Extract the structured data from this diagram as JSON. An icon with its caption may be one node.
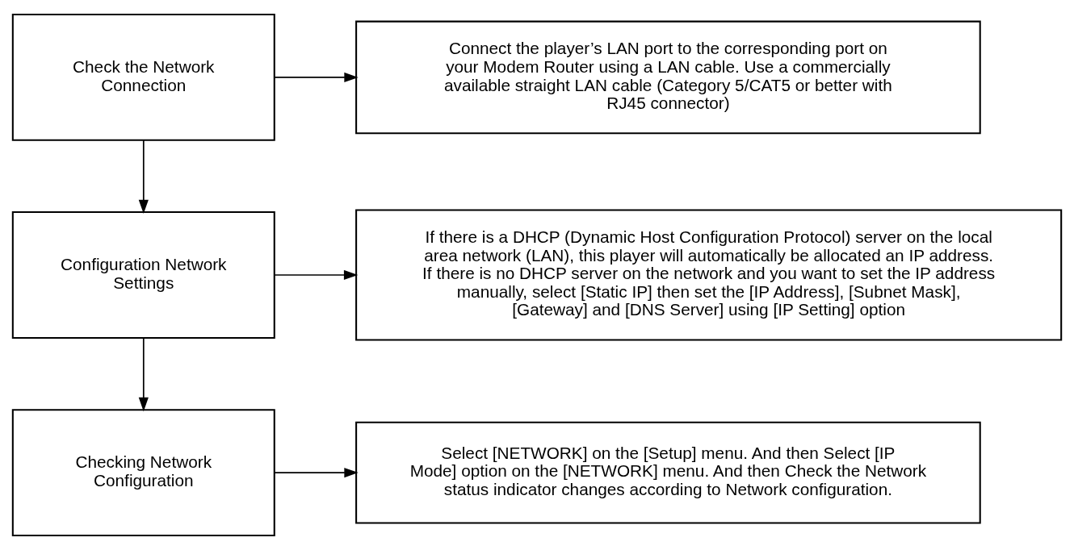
{
  "diagram": {
    "nodes": [
      {
        "text": [
          "Check the Network Connection"
        ]
      },
      {
        "text": [
          "Connect the player’s LAN port to the corresponding port on your Modem Router using a LAN cable. Use a commercially available straight LAN cable (Category 5/CAT5 or better with RJ45 connector)"
        ]
      },
      {
        "text": [
          "Configuration Network Settings"
        ]
      },
      {
        "text": [
          "If there is a DHCP (Dynamic Host Configuration Protocol) server on the local area network (LAN), this player will automatically be allocated an IP address. If there is no DHCP server on the network and you want to set the IP address manually, select [Static IP] then set the [IP Address], [Subnet Mask], [Gateway] and [DNS Server] using [IP Setting] option"
        ]
      },
      {
        "text": [
          "Checking Network Configuration"
        ]
      },
      {
        "text": [
          "Select [NETWORK] on the [Setup] menu. And then Select [IP Mode] option on the [NETWORK] menu. And then Check the Network status indicator changes according to Network configuration."
        ]
      }
    ],
    "edges": [
      {
        "from": 0,
        "to": 1,
        "arrow": "to"
      },
      {
        "from": 0,
        "to": 2,
        "arrow": "to"
      },
      {
        "from": 2,
        "to": 3,
        "arrow": "to"
      },
      {
        "from": 2,
        "to": 4,
        "arrow": "to"
      },
      {
        "from": 4,
        "to": 5,
        "arrow": "to"
      }
    ]
  }
}
